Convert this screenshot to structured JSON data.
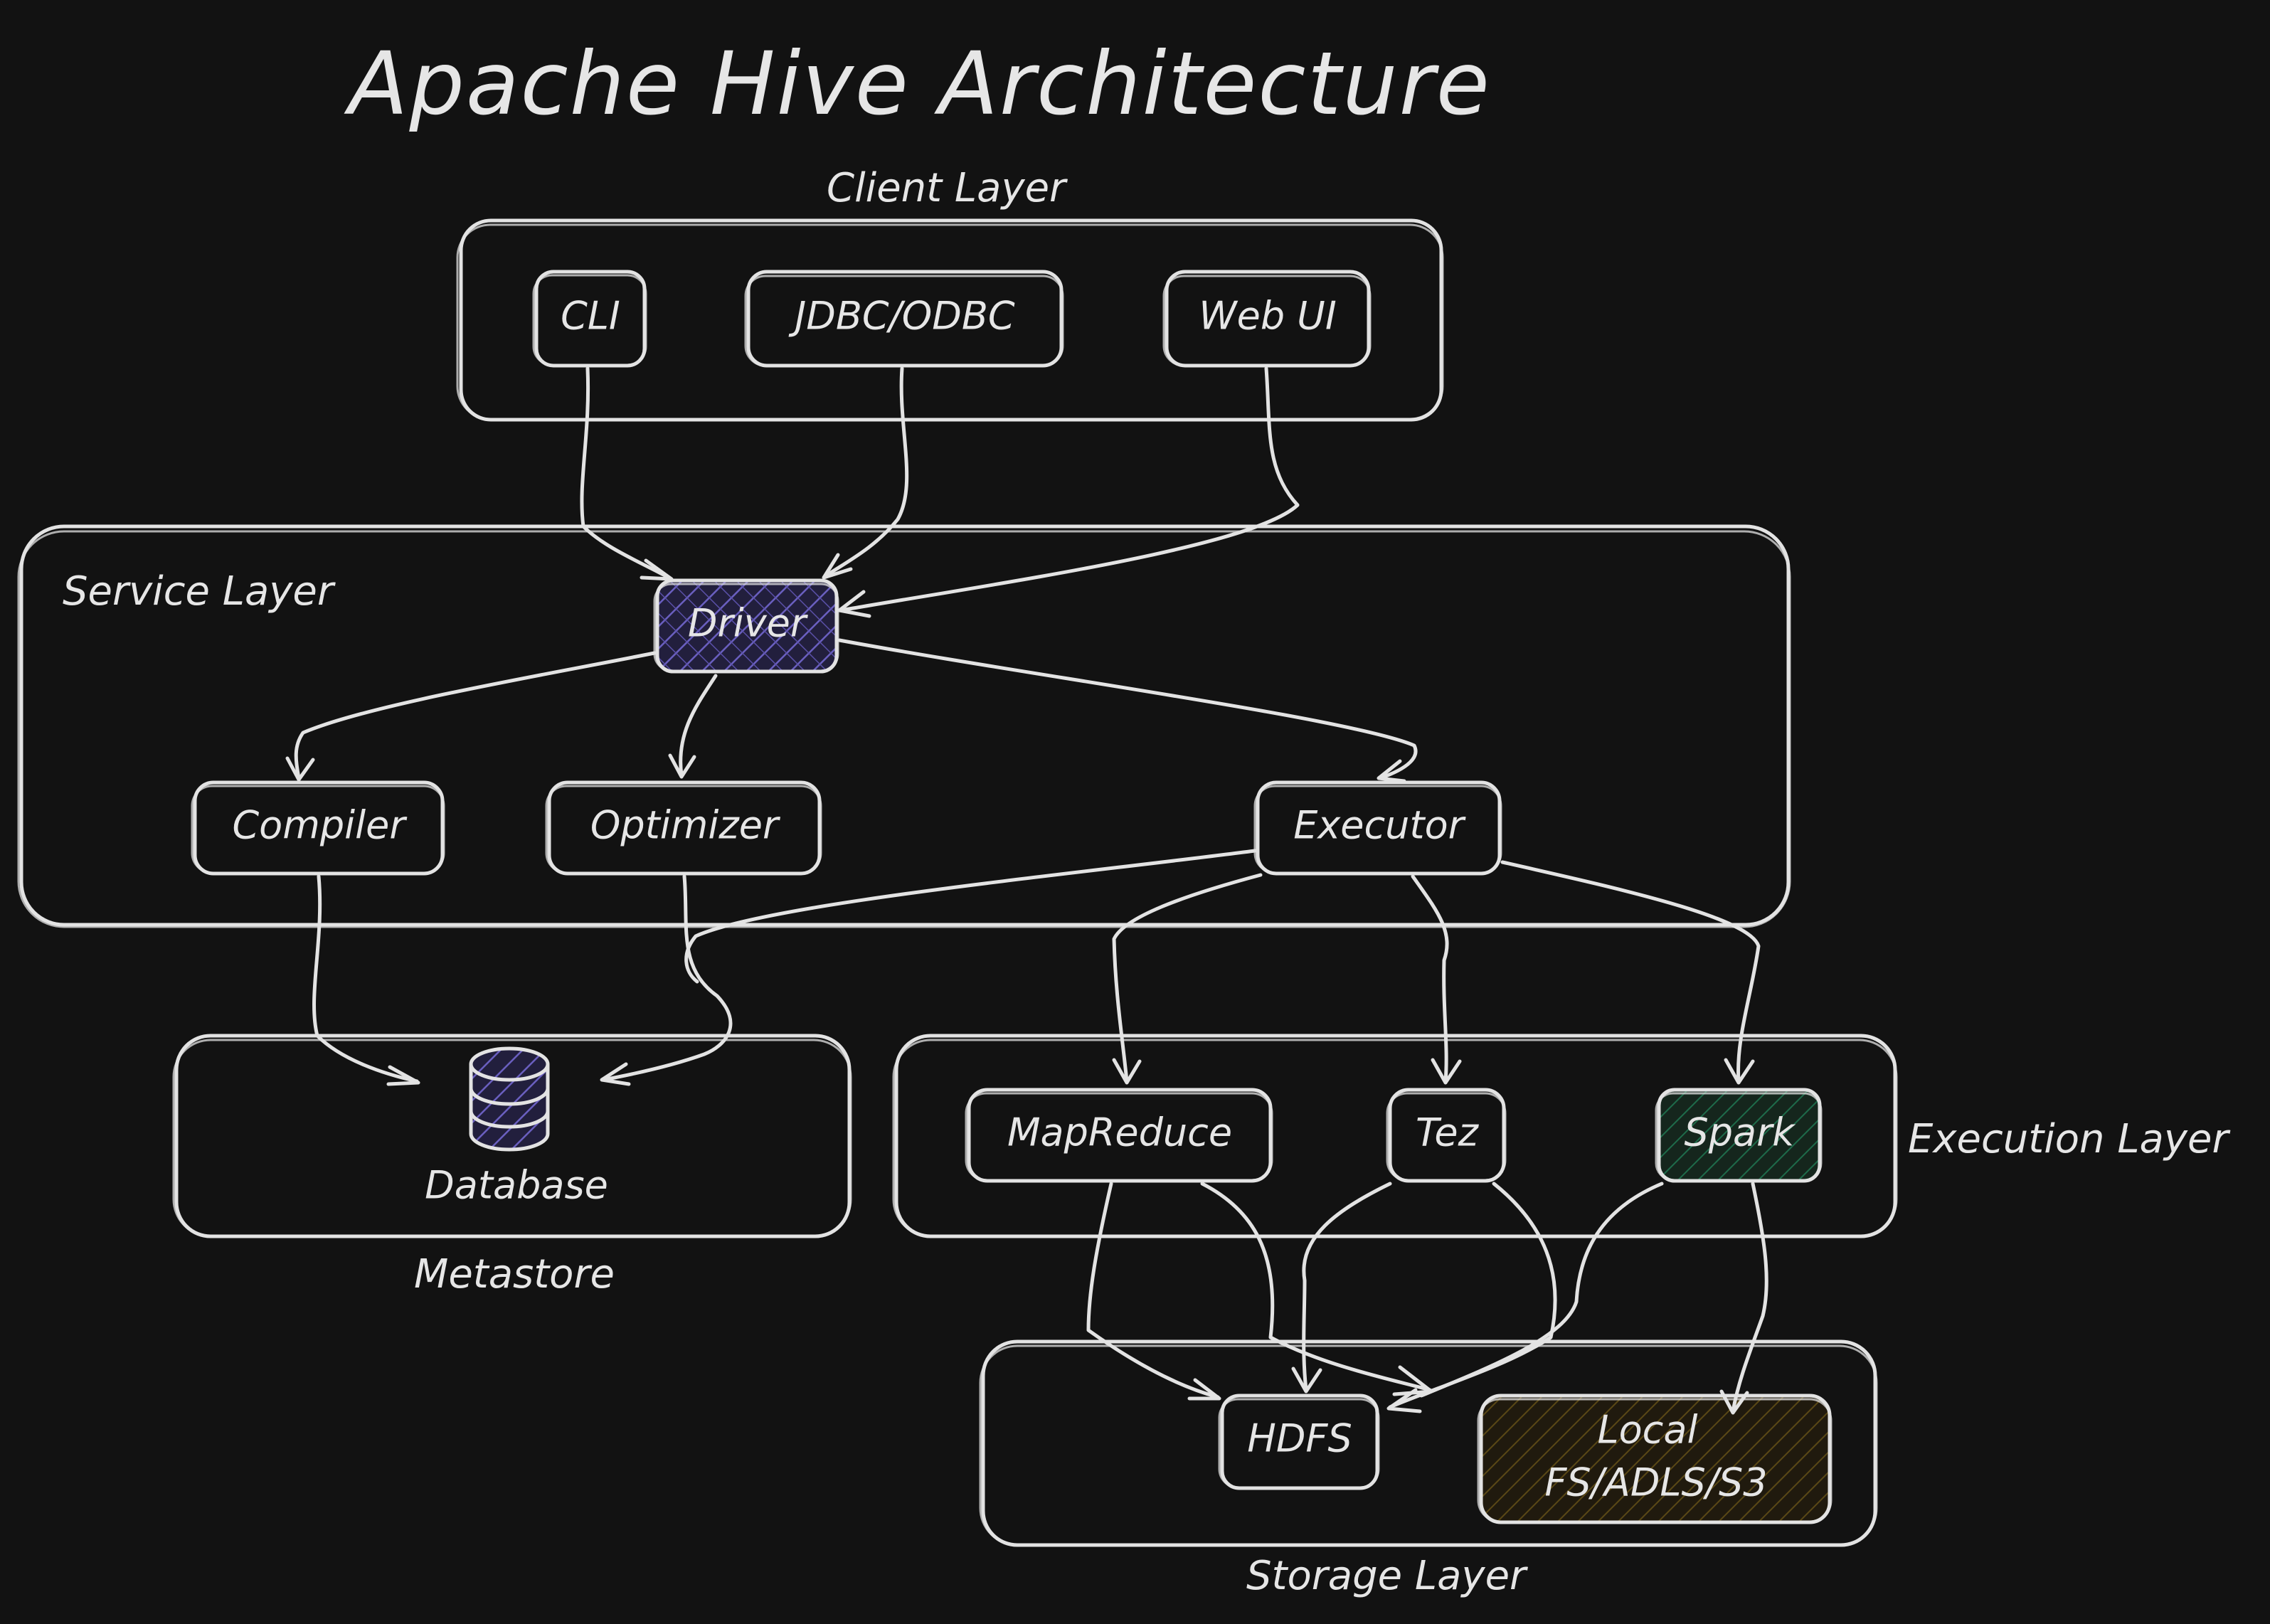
{
  "title": "Apache Hive Architecture",
  "layers": {
    "client": "Client Layer",
    "service": "Service Layer",
    "metastore": "Metastore",
    "execution": "Execution Layer",
    "storage": "Storage Layer"
  },
  "nodes": {
    "cli": "CLI",
    "jdbc_odbc": "JDBC/ODBC",
    "web_ui": "Web UI",
    "driver": "Driver",
    "compiler": "Compiler",
    "optimizer": "Optimizer",
    "executor": "Executor",
    "database": "Database",
    "mapreduce": "MapReduce",
    "tez": "Tez",
    "spark": "Spark",
    "hdfs": "HDFS",
    "local_line1": "Local",
    "local_line2": "FS/ADLS/S3"
  },
  "colors": {
    "background": "#121212",
    "stroke": "#e3e3e3",
    "driver_fill": "#3b3470",
    "spark_fill": "#1d4a36",
    "local_fill": "#4a3a12",
    "database_fill": "#3b3470"
  }
}
